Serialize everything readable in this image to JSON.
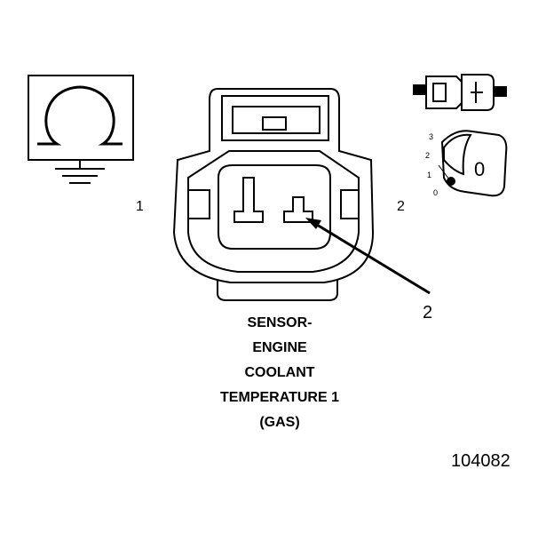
{
  "symbol": {
    "name": "thermistor-symbol"
  },
  "connector": {
    "pin_labels": [
      "1",
      "2"
    ],
    "callout": "2"
  },
  "inset": {
    "positions": [
      "3",
      "2",
      "1",
      "0"
    ],
    "knob_label": "0"
  },
  "caption": {
    "lines": [
      "SENSOR-",
      "ENGINE",
      "COOLANT",
      "TEMPERATURE 1",
      "(GAS)"
    ]
  },
  "figure_number": "104082"
}
